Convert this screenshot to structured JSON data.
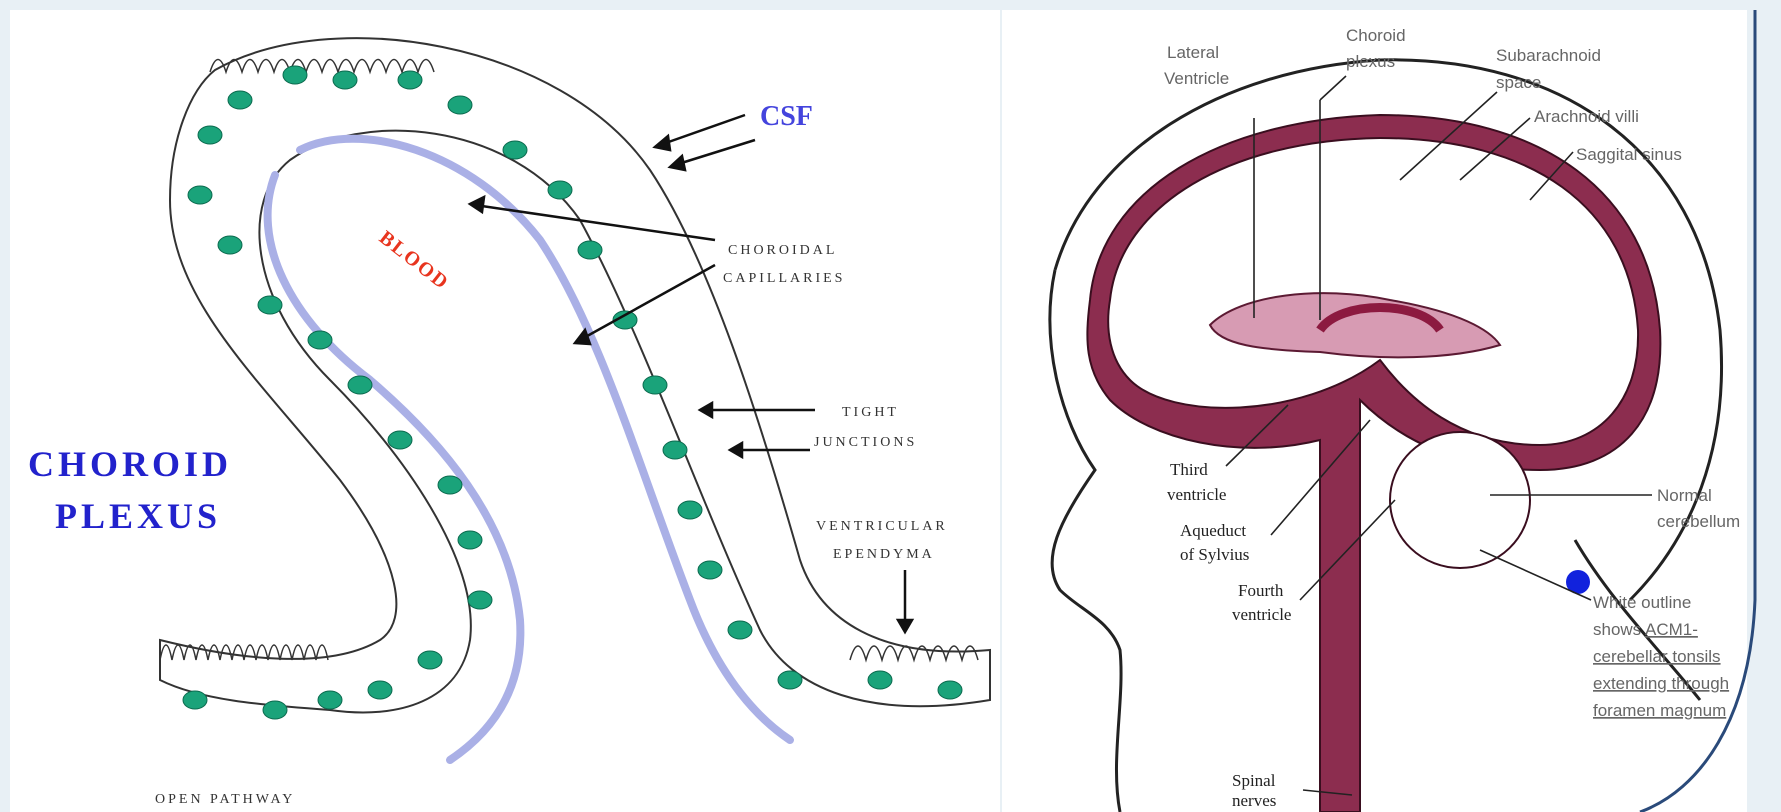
{
  "left_diagram": {
    "title_line1": "CHOROID",
    "title_line2": "PLEXUS",
    "blood_label": "BLOOD",
    "csf_label": "CSF",
    "choroidal_line1": "CHOROIDAL",
    "choroidal_line2": "CAPILLARIES",
    "tight_line1": "TIGHT",
    "tight_line2": "JUNCTIONS",
    "ventricular_line1": "VENTRICULAR",
    "ventricular_line2": "EPENDYMA",
    "open_pathway": "OPEN PATHWAY",
    "colors": {
      "cell_nucleus": "#1aa37a",
      "capillary": "#aab0e6",
      "title": "#2222cc",
      "blood": "#e8341e"
    }
  },
  "right_diagram": {
    "lateral_ventricle_line1": "Lateral",
    "lateral_ventricle_line2": "Ventricle",
    "choroid_plexus_line1": "Choroid",
    "choroid_plexus_line2": "plexus",
    "subarachnoid_line1": "Subarachnoid",
    "subarachnoid_line2": "space",
    "arachnoid_villi": "Arachnoid villi",
    "saggital_sinus": "Saggital sinus",
    "third_ventricle_line1": "Third",
    "third_ventricle_line2": "ventricle",
    "aqueduct_line1": "Aqueduct",
    "aqueduct_line2": "of Sylvius",
    "fourth_ventricle_line1": "Fourth",
    "fourth_ventricle_line2": "ventricle",
    "normal_cerebellum_line1": "Normal",
    "normal_cerebellum_line2": "cerebellum",
    "white_outline_line1": "White outline",
    "white_outline_line2_prefix": "shows ",
    "white_outline_line2_link": "ACM1-",
    "white_outline_line3": "cerebellar tonsils",
    "white_outline_line4": "extending through",
    "white_outline_line5": "foramen magnum",
    "spinal_nerves_line1": "Spinal",
    "spinal_nerves_line2": "nerves",
    "colors": {
      "ventricle_fill": "#8c2d4f",
      "light_fill": "#d79bb3",
      "marker": "#1122dd"
    }
  }
}
